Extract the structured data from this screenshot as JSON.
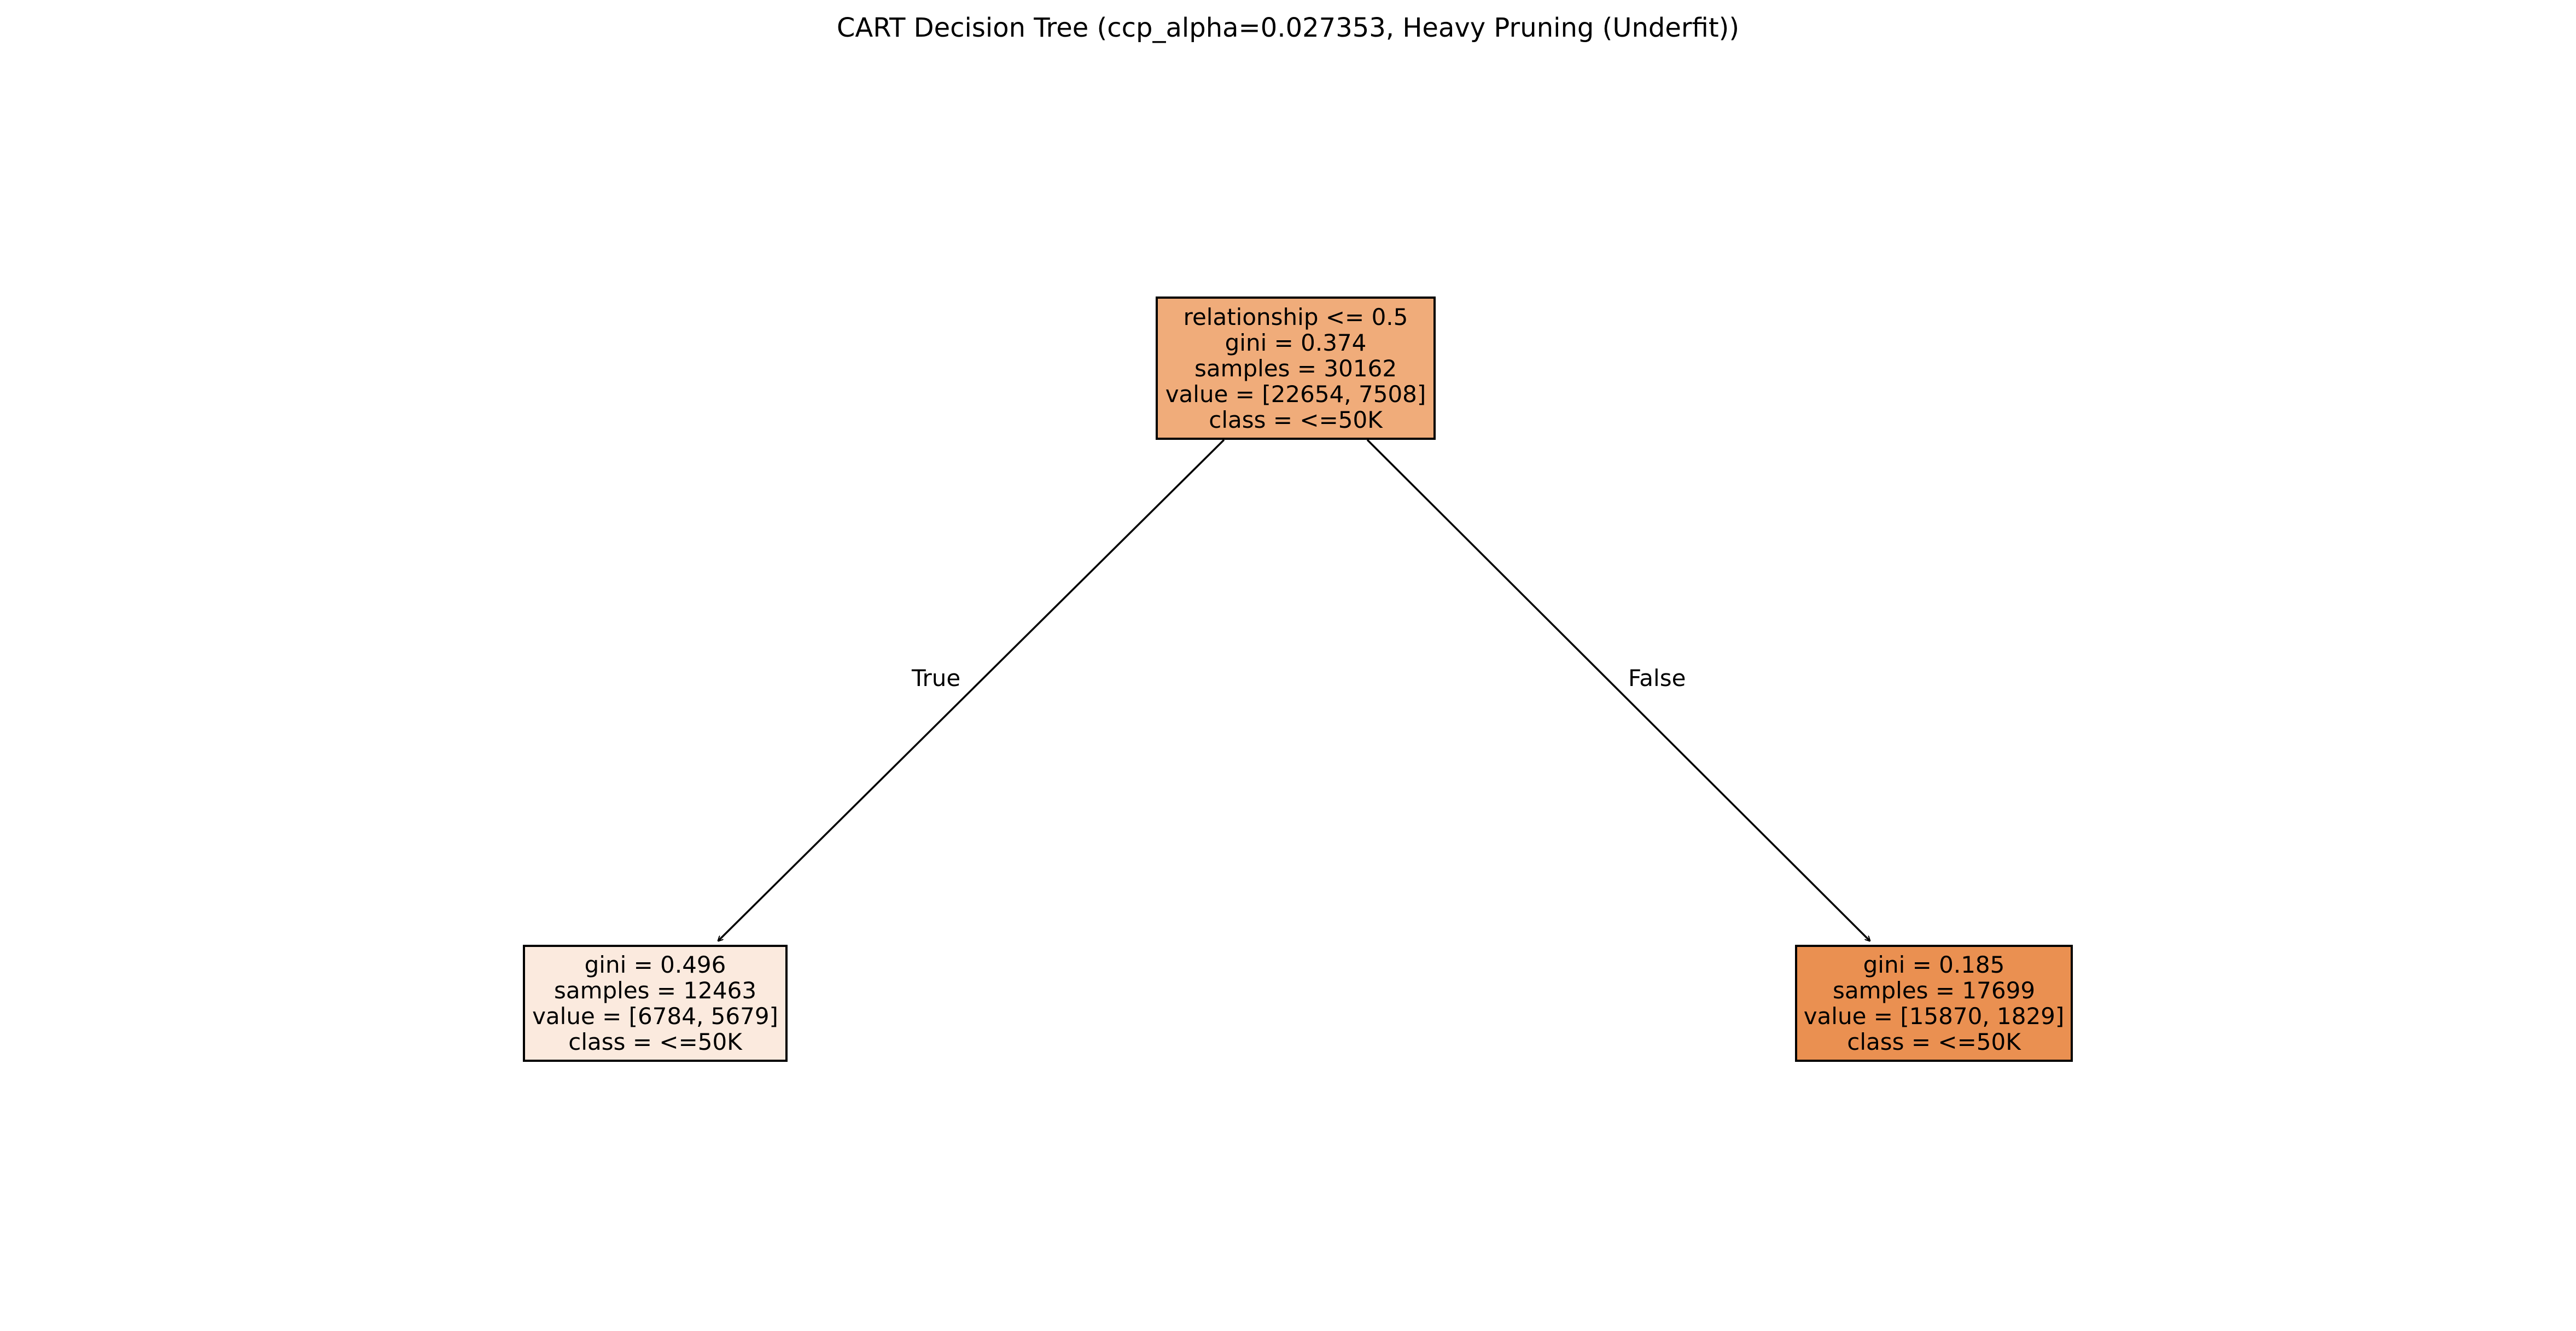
{
  "title": "CART Decision Tree (ccp_alpha=0.027353, Heavy Pruning (Underfit))",
  "tree": {
    "root": {
      "split": "relationship <= 0.5",
      "gini": "gini = 0.374",
      "samples": "samples = 30162",
      "value": "value = [22654, 7508]",
      "class": "class = <=50K",
      "fill": "#f0ac7a"
    },
    "left": {
      "gini": "gini = 0.496",
      "samples": "samples = 12463",
      "value": "value = [6784, 5679]",
      "class": "class = <=50K",
      "fill": "#fbeade"
    },
    "right": {
      "gini": "gini = 0.185",
      "samples": "samples = 17699",
      "value": "value = [15870, 1829]",
      "class": "class = <=50K",
      "fill": "#ea9051"
    },
    "edge_true_label": "True",
    "edge_false_label": "False"
  }
}
